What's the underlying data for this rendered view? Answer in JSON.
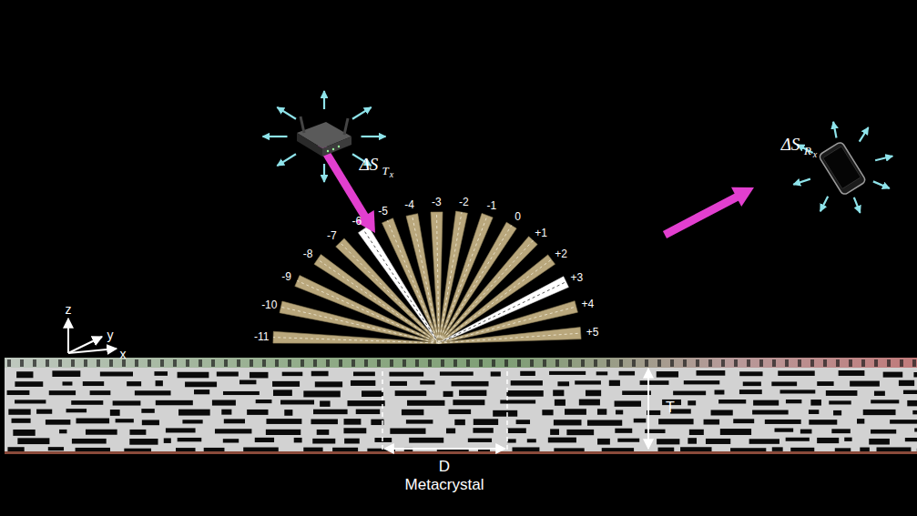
{
  "diagram": {
    "labels": [
      "-11",
      "-10",
      "-9",
      "-8",
      "-7",
      "-6",
      "-5",
      "-4",
      "-3",
      "-2",
      "-1",
      "0",
      "+1",
      "+2",
      "+3",
      "+4",
      "+5",
      "z",
      "y",
      "x",
      "ΔS",
      "T",
      "x",
      "ΔS",
      "R",
      "x",
      "D",
      "Metacrystal",
      "T"
    ]
  }
}
